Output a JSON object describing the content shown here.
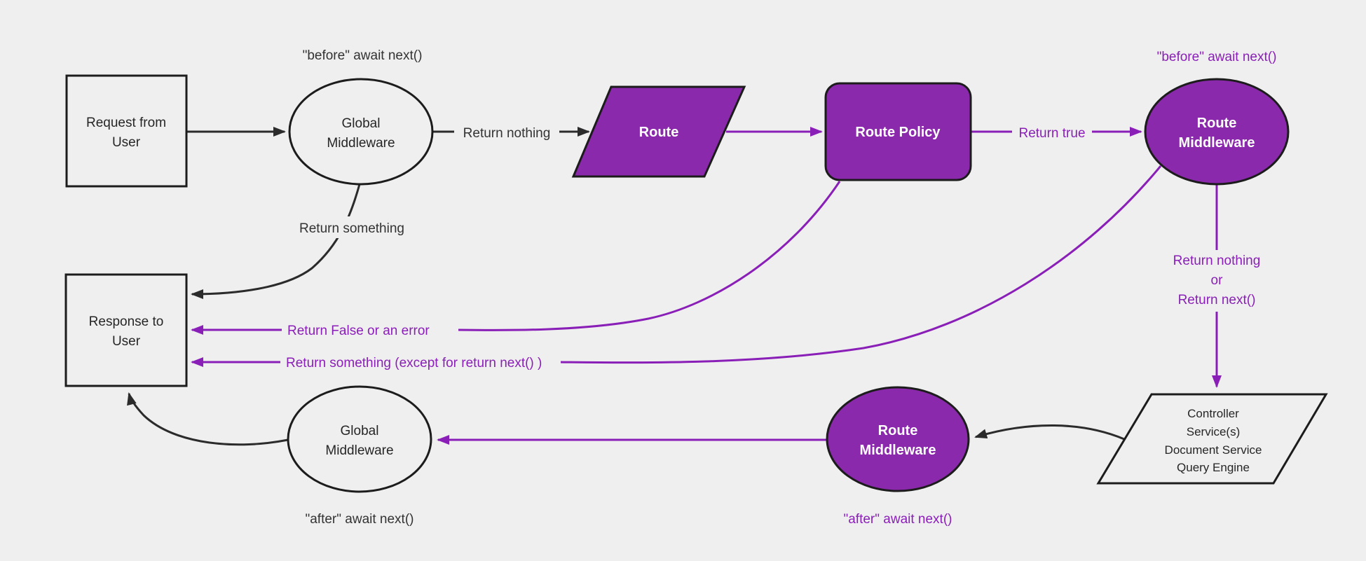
{
  "diagram_type": "flowchart",
  "colors": {
    "background": "#efefef",
    "light_node_fill": "#efefef",
    "node_border": "#1c1c1c",
    "purple_node_fill": "#8a29ab",
    "purple_line_and_text": "#8a1fb8",
    "dark_line": "#2b2b2b",
    "dark_text": "#262626",
    "white_text": "#ffffff"
  },
  "nodes": {
    "request": {
      "line1": "Request from",
      "line2": "User",
      "shape": "rectangle"
    },
    "global_middleware_top": {
      "line1": "Global",
      "line2": "Middleware",
      "shape": "ellipse"
    },
    "route": {
      "label": "Route",
      "shape": "parallelogram"
    },
    "route_policy": {
      "label": "Route Policy",
      "shape": "rounded-rectangle"
    },
    "route_middleware_top": {
      "line1": "Route",
      "line2": "Middleware",
      "shape": "ellipse"
    },
    "controller": {
      "line1": "Controller",
      "line2": "Service(s)",
      "line3": "Document Service",
      "line4": "Query Engine",
      "shape": "parallelogram"
    },
    "route_middleware_bottom": {
      "line1": "Route",
      "line2": "Middleware",
      "shape": "ellipse"
    },
    "global_middleware_bottom": {
      "line1": "Global",
      "line2": "Middleware",
      "shape": "ellipse"
    },
    "response": {
      "line1": "Response to",
      "line2": "User",
      "shape": "rectangle"
    }
  },
  "edge_labels": {
    "before_await_next_global": "\"before\" await next()",
    "return_nothing": "Return nothing",
    "return_true": "Return true",
    "before_await_next_route": "\"before\" await next()",
    "return_nothing_or_line1": "Return nothing",
    "return_nothing_or_line2": "or",
    "return_nothing_or_line3": "Return next()",
    "return_something": "Return something",
    "return_false_or_error": "Return False or an error",
    "return_something_except": "Return something (except for return next() )",
    "after_await_next_route": "\"after\" await next()",
    "after_await_next_global": "\"after\" await next()"
  }
}
